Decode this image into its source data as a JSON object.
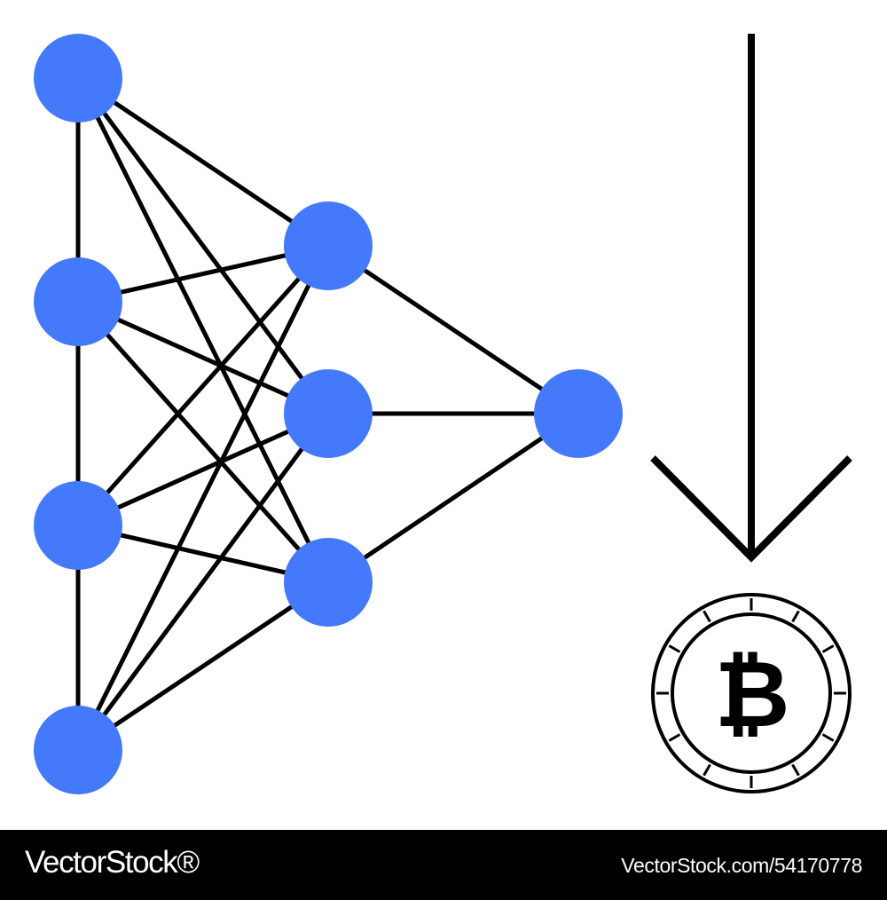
{
  "colors": {
    "node": "#4479fb",
    "line": "#000000",
    "background": "#ffffff",
    "footer_bg": "#000000",
    "footer_text": "#ffffff"
  },
  "diagram": {
    "layers": [
      {
        "name": "input",
        "nodes": 4
      },
      {
        "name": "hidden",
        "nodes": 3
      },
      {
        "name": "output",
        "nodes": 1
      }
    ],
    "connections": "fully-connected",
    "input_layer_chained": true,
    "arrow_direction": "down",
    "coin_icon": "bitcoin-coin-icon",
    "coin_symbol": "₿"
  },
  "footer": {
    "brand": "VectorStock®",
    "image_id": "VectorStock.com/54170778"
  }
}
